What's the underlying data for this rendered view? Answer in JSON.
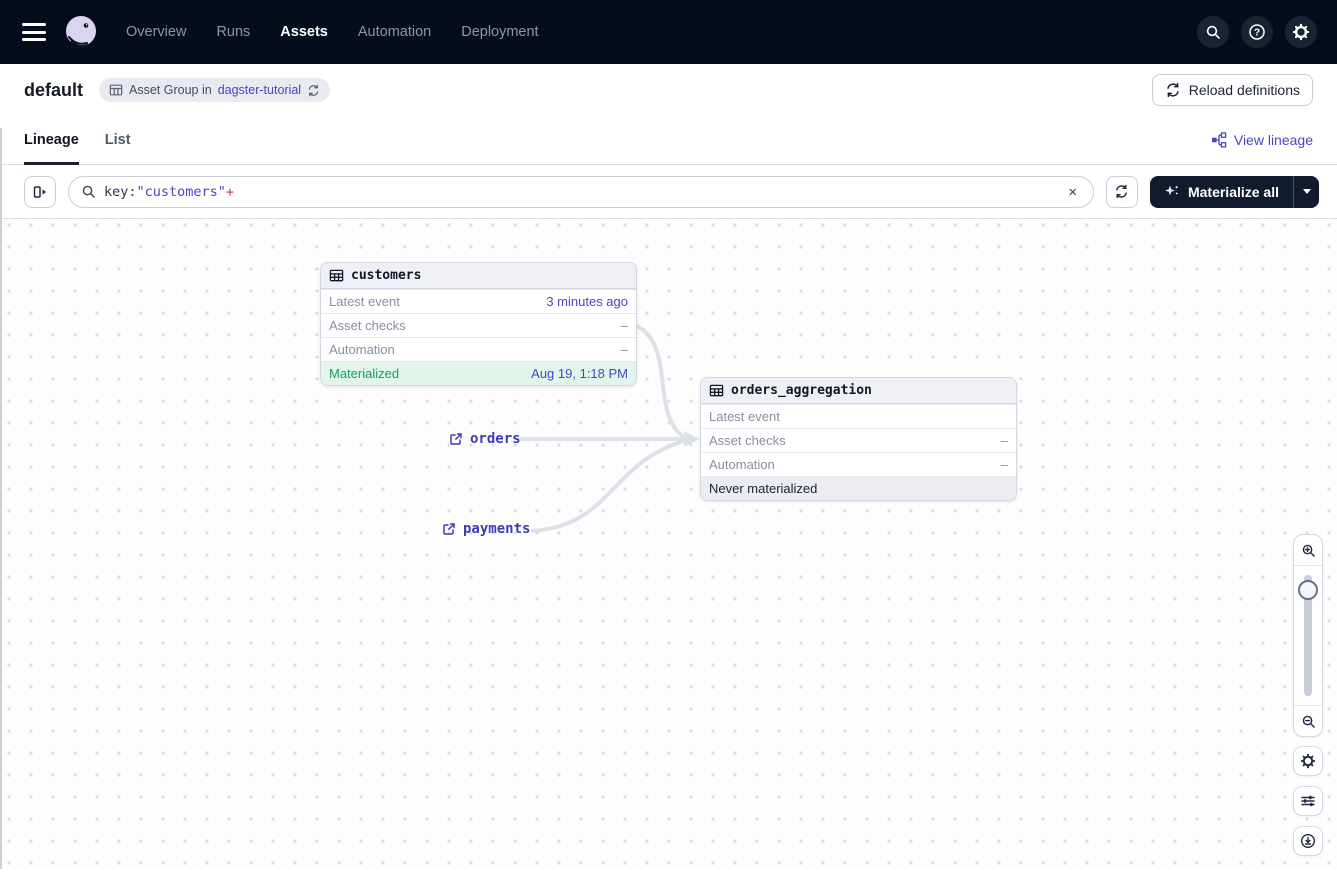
{
  "nav": {
    "items": [
      {
        "label": "Overview"
      },
      {
        "label": "Runs"
      },
      {
        "label": "Assets"
      },
      {
        "label": "Automation"
      },
      {
        "label": "Deployment"
      }
    ]
  },
  "header": {
    "title": "default",
    "badge": {
      "prefix": "Asset Group in",
      "link": "dagster-tutorial"
    },
    "reload_button": "Reload definitions"
  },
  "tabs": {
    "items": [
      {
        "label": "Lineage"
      },
      {
        "label": "List"
      }
    ],
    "view_lineage": "View lineage"
  },
  "toolbar": {
    "search": {
      "prefix": "key:",
      "term": "\"customers\"",
      "suffix": "+"
    },
    "materialize_label": "Materialize all"
  },
  "graph": {
    "nodes": [
      {
        "title": "customers",
        "rows": [
          {
            "label": "Latest event",
            "value": "3 minutes ago"
          },
          {
            "label": "Asset checks",
            "value": "–"
          },
          {
            "label": "Automation",
            "value": "–"
          },
          {
            "label": "Materialized",
            "value": "Aug 19, 1:18 PM"
          }
        ]
      },
      {
        "title": "orders_aggregation",
        "rows": [
          {
            "label": "Latest event",
            "value": ""
          },
          {
            "label": "Asset checks",
            "value": "–"
          },
          {
            "label": "Automation",
            "value": "–"
          },
          {
            "label": "Never materialized",
            "value": ""
          }
        ]
      }
    ],
    "external_assets": [
      {
        "label": "orders"
      },
      {
        "label": "payments"
      }
    ]
  },
  "colors": {
    "nav_bg": "#050d1d",
    "accent_indigo": "#4a44c6",
    "materialized_green": "#1d9e63",
    "edge_gray": "#dce0e8"
  }
}
